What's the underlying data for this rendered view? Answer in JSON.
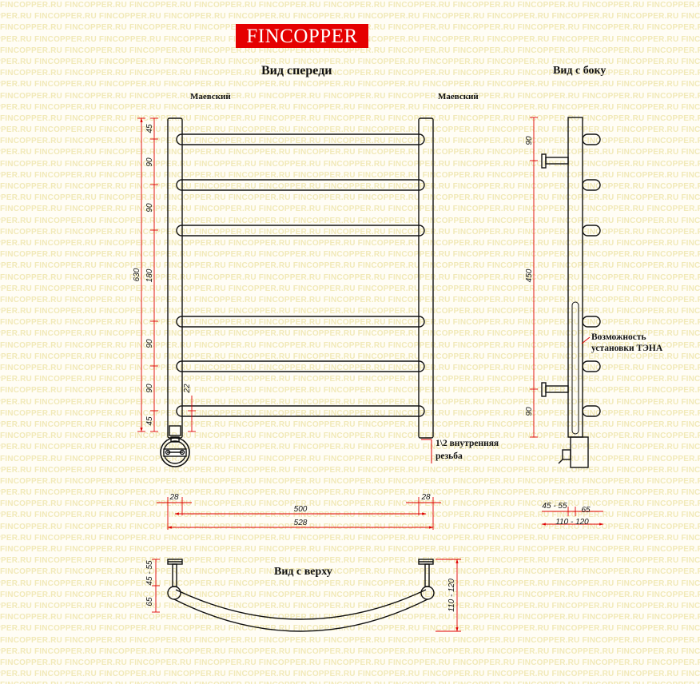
{
  "brand": {
    "logo": "FINCOPPER",
    "watermark": "FINCOPPER.RU",
    "logo_color": "#e50000"
  },
  "views": {
    "front": "Вид спереди",
    "side": "Вид с боку",
    "top": "Вид с верху"
  },
  "labels": {
    "valve_left": "Маевский",
    "valve_right": "Маевский",
    "thread_line1": "1\\2 внутренняя",
    "thread_line2": "резьба",
    "heater_line1": "Возможность",
    "heater_line2": "установки ТЭНА"
  },
  "dimensions": {
    "front_vertical": [
      "45",
      "90",
      "90",
      "180",
      "90",
      "90",
      "45"
    ],
    "front_total_height": "630",
    "front_gap": "22",
    "front_horizontal": {
      "left_offset": "28",
      "right_offset": "28",
      "inner": "500",
      "outer": "528"
    },
    "side_vertical": [
      "90",
      "450",
      "90"
    ],
    "side_horizontal": {
      "a": "45 - 55",
      "b": "65",
      "total": "110 - 120"
    },
    "top_left": [
      "45 - 55",
      "65"
    ],
    "top_right": "110 - 120"
  }
}
